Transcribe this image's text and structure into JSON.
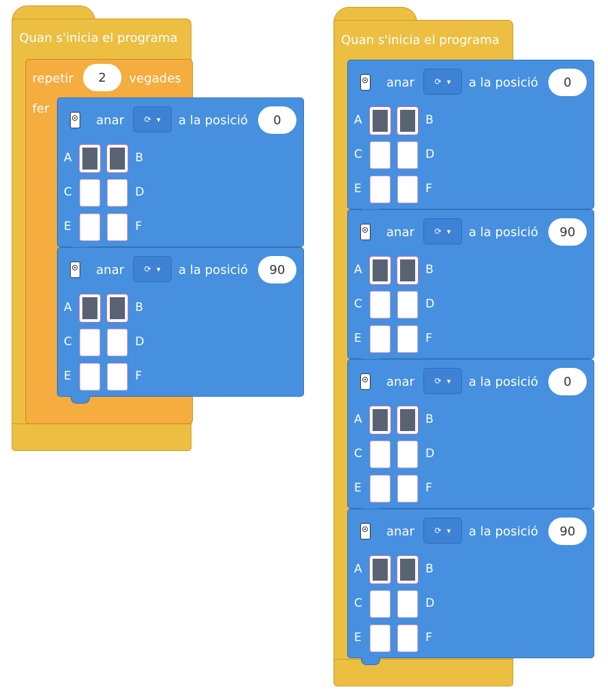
{
  "hat_label": "Quan s'inicia el programa",
  "loop": {
    "repeat_label": "repetir",
    "count": "2",
    "times_label": "vegades",
    "do_label": "fer"
  },
  "block_labels": {
    "go": "anar",
    "to_position": "a la posició",
    "dropdown_symbol": "⟳",
    "caret": "▾"
  },
  "pins": [
    "A",
    "B",
    "C",
    "D",
    "E",
    "F"
  ],
  "left_blocks": [
    {
      "position": "0",
      "pins_on": [
        true,
        true,
        false,
        false,
        false,
        false
      ]
    },
    {
      "position": "90",
      "pins_on": [
        true,
        true,
        false,
        false,
        false,
        false
      ]
    }
  ],
  "right_blocks": [
    {
      "position": "0",
      "pins_on": [
        true,
        true,
        false,
        false,
        false,
        false
      ]
    },
    {
      "position": "90",
      "pins_on": [
        true,
        true,
        false,
        false,
        false,
        false
      ]
    },
    {
      "position": "0",
      "pins_on": [
        true,
        true,
        false,
        false,
        false,
        false
      ]
    },
    {
      "position": "90",
      "pins_on": [
        true,
        true,
        false,
        false,
        false,
        false
      ]
    }
  ],
  "colors": {
    "event": "#ecbf42",
    "loop": "#f4ad3e",
    "action": "#4690df",
    "pin_on": "#5a6374"
  },
  "icons": {
    "device": "servo-board-icon",
    "dropdown": "rotate-icon"
  }
}
